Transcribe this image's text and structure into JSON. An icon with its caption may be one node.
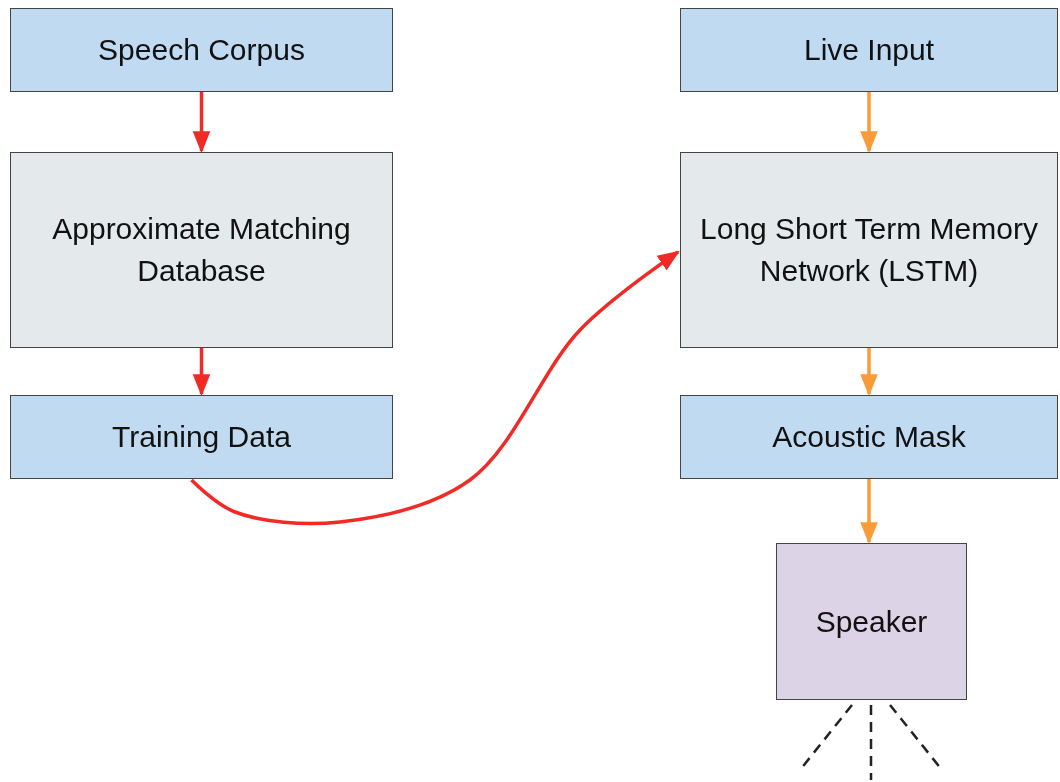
{
  "diagram": {
    "nodes": [
      {
        "text": [
          "Speech Corpus"
        ]
      },
      {
        "text": [
          "Approximate Matching Database"
        ]
      },
      {
        "text": [
          "Training Data"
        ]
      },
      {
        "text": [
          "Live Input"
        ]
      },
      {
        "text": [
          "Long Short Term Memory Network (LSTM)"
        ]
      },
      {
        "text": [
          "Acoustic Mask"
        ]
      },
      {
        "text": [
          "Speaker"
        ]
      }
    ],
    "edges": [
      {
        "from": 0,
        "to": 1,
        "arrow": "to",
        "color": "#f02a26"
      },
      {
        "from": 1,
        "to": 2,
        "arrow": "to",
        "color": "#f02a26"
      },
      {
        "from": 2,
        "to": 4,
        "arrow": "to",
        "color": "#f02a26"
      },
      {
        "from": 3,
        "to": 4,
        "arrow": "to",
        "color": "#fb9a38"
      },
      {
        "from": 4,
        "to": 5,
        "arrow": "to",
        "color": "#fb9a38"
      },
      {
        "from": 5,
        "to": 6,
        "arrow": "to",
        "color": "#fb9a38"
      }
    ]
  }
}
